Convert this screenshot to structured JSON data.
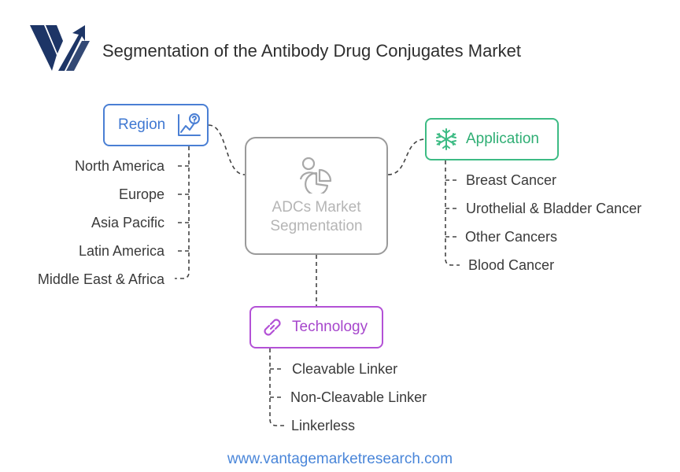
{
  "title": "Segmentation of the Antibody Drug Conjugates Market",
  "center": {
    "line1": "ADCs Market",
    "line2": "Segmentation",
    "icon": "pie-chart-person-icon"
  },
  "region": {
    "label": "Region",
    "icon": "chart-question-icon",
    "color": "#4a7fd4",
    "items": [
      "North America",
      "Europe",
      "Asia Pacific",
      "Latin America",
      "Middle East & Africa"
    ]
  },
  "application": {
    "label": "Application",
    "icon": "snowflake-icon",
    "color": "#3dbb84",
    "items": [
      "Breast Cancer",
      "Urothelial & Bladder Cancer",
      "Other Cancers",
      "Blood Cancer"
    ]
  },
  "technology": {
    "label": "Technology",
    "icon": "link-icon",
    "color": "#b351d6",
    "items": [
      "Cleavable Linker",
      "Non-Cleavable Linker",
      "Linkerless"
    ]
  },
  "footer": {
    "url": "www.vantagemarketresearch.com"
  },
  "logo": {
    "icon": "vantage-v-arrow-logo",
    "color": "#1d3566"
  }
}
